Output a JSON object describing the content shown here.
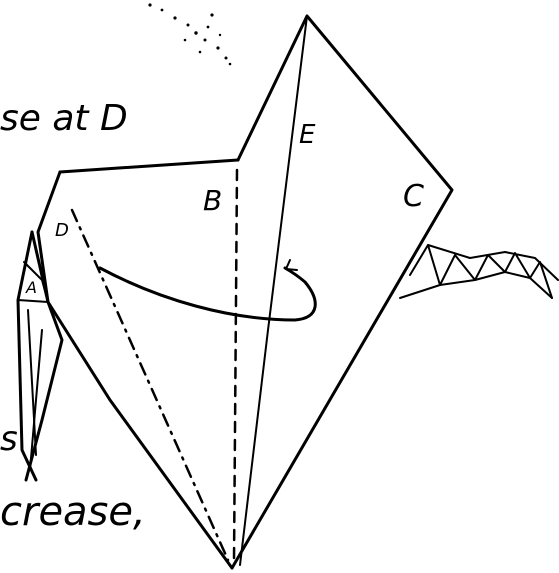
{
  "annotations": {
    "top_left_text": "se at D",
    "bottom_left_text": "crease,",
    "left_edge_text": "s"
  },
  "point_labels": {
    "b": "B",
    "c": "C",
    "e": "E",
    "d": "D",
    "a": "A"
  },
  "colors": {
    "ink": "#000000",
    "paper": "#ffffff"
  }
}
